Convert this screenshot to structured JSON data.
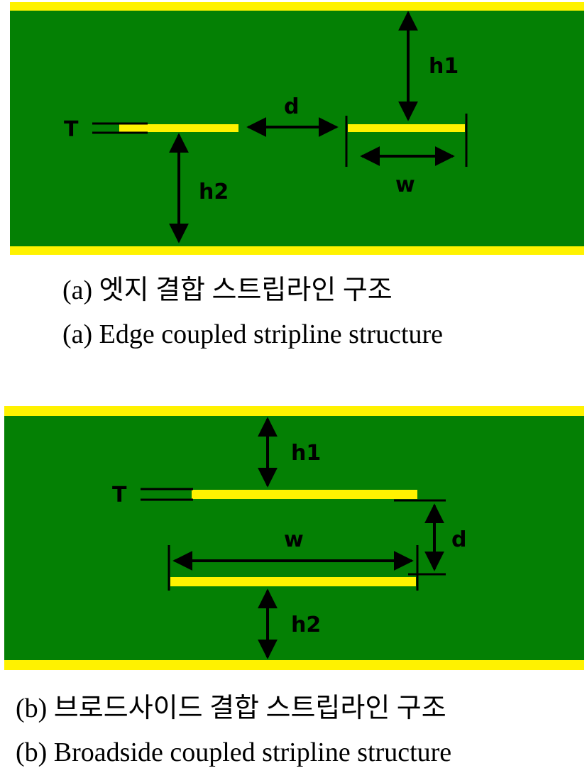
{
  "colors": {
    "substrate": "#048004",
    "conductor": "#FFF200",
    "ink": "#000000",
    "background": "#FFFFFF"
  },
  "figure_a": {
    "labels": {
      "t": "T",
      "h1": "h1",
      "h2": "h2",
      "d": "d",
      "w": "w"
    },
    "caption_korean": "(a) 엣지 결합 스트립라인 구조",
    "caption_english": "(a) Edge coupled stripline structure"
  },
  "figure_b": {
    "labels": {
      "t": "T",
      "h1": "h1",
      "h2": "h2",
      "d": "d",
      "w": "w"
    },
    "caption_korean": "(b) 브로드사이드 결합 스트립라인 구조",
    "caption_english": "(b) Broadside coupled stripline structure"
  }
}
